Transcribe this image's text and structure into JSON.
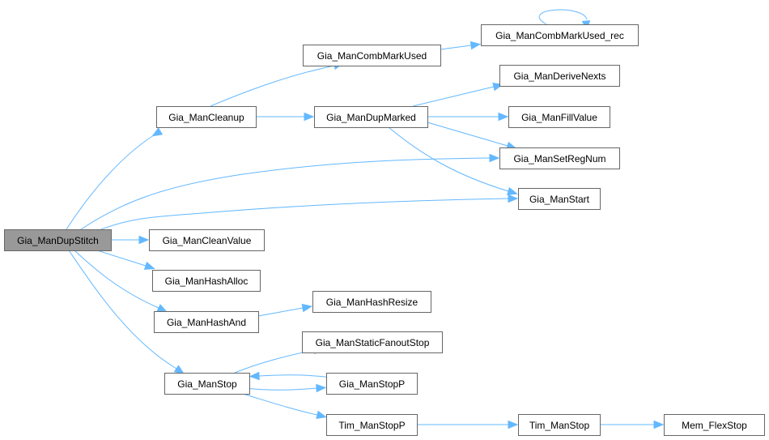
{
  "graph": {
    "nodes": [
      {
        "id": "dupstitch",
        "label": "Gia_ManDupStitch",
        "root": true
      },
      {
        "id": "cleanup",
        "label": "Gia_ManCleanup"
      },
      {
        "id": "combmark",
        "label": "Gia_ManCombMarkUsed"
      },
      {
        "id": "combrec",
        "label": "Gia_ManCombMarkUsed_rec"
      },
      {
        "id": "dupmarked",
        "label": "Gia_ManDupMarked"
      },
      {
        "id": "derive",
        "label": "Gia_ManDeriveNexts"
      },
      {
        "id": "fill",
        "label": "Gia_ManFillValue"
      },
      {
        "id": "setreg",
        "label": "Gia_ManSetRegNum"
      },
      {
        "id": "start",
        "label": "Gia_ManStart"
      },
      {
        "id": "cleanvalue",
        "label": "Gia_ManCleanValue"
      },
      {
        "id": "hashalloc",
        "label": "Gia_ManHashAlloc"
      },
      {
        "id": "hashand",
        "label": "Gia_ManHashAnd"
      },
      {
        "id": "hashresize",
        "label": "Gia_ManHashResize"
      },
      {
        "id": "staticfan",
        "label": "Gia_ManStaticFanoutStop"
      },
      {
        "id": "stop",
        "label": "Gia_ManStop"
      },
      {
        "id": "stopp",
        "label": "Gia_ManStopP"
      },
      {
        "id": "timstopp",
        "label": "Tim_ManStopP"
      },
      {
        "id": "timstop",
        "label": "Tim_ManStop"
      },
      {
        "id": "memflex",
        "label": "Mem_FlexStop"
      }
    ],
    "edges": [
      [
        "dupstitch",
        "cleanup"
      ],
      [
        "dupstitch",
        "setreg"
      ],
      [
        "dupstitch",
        "start"
      ],
      [
        "dupstitch",
        "cleanvalue"
      ],
      [
        "dupstitch",
        "hashalloc"
      ],
      [
        "dupstitch",
        "hashand"
      ],
      [
        "dupstitch",
        "stop"
      ],
      [
        "cleanup",
        "combmark"
      ],
      [
        "cleanup",
        "dupmarked"
      ],
      [
        "combmark",
        "combrec"
      ],
      [
        "combrec",
        "combrec"
      ],
      [
        "dupmarked",
        "derive"
      ],
      [
        "dupmarked",
        "fill"
      ],
      [
        "dupmarked",
        "setreg"
      ],
      [
        "dupmarked",
        "start"
      ],
      [
        "hashand",
        "hashresize"
      ],
      [
        "stop",
        "staticfan"
      ],
      [
        "stop",
        "stopp"
      ],
      [
        "stopp",
        "stop"
      ],
      [
        "stop",
        "timstopp"
      ],
      [
        "timstopp",
        "timstop"
      ],
      [
        "timstop",
        "memflex"
      ]
    ],
    "colors": {
      "edge": "#63b8ff",
      "root_fill": "#999999",
      "border": "#666666"
    }
  }
}
